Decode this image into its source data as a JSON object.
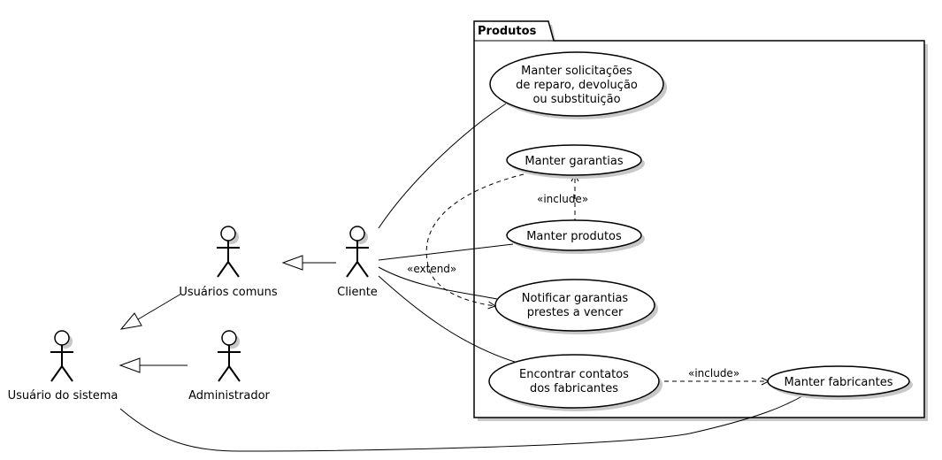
{
  "package": {
    "title": "Produtos"
  },
  "actors": {
    "usuario_sistema": "Usuário do sistema",
    "usuarios_comuns": "Usuários comuns",
    "administrador": "Administrador",
    "cliente": "Cliente"
  },
  "use_cases": {
    "manter_solicitacoes": [
      "Manter solicitações",
      "de reparo, devolução",
      "ou substituição"
    ],
    "manter_garantias": [
      "Manter garantias"
    ],
    "manter_produtos": [
      "Manter produtos"
    ],
    "notificar_garantias": [
      "Notificar garantias",
      "prestes a vencer"
    ],
    "encontrar_contatos": [
      "Encontrar contatos",
      "dos fabricantes"
    ],
    "manter_fabricantes": [
      "Manter fabricantes"
    ]
  },
  "relations": {
    "include_garantias": "«include»",
    "extend_notificar": "«extend»",
    "include_fabricantes": "«include»"
  }
}
